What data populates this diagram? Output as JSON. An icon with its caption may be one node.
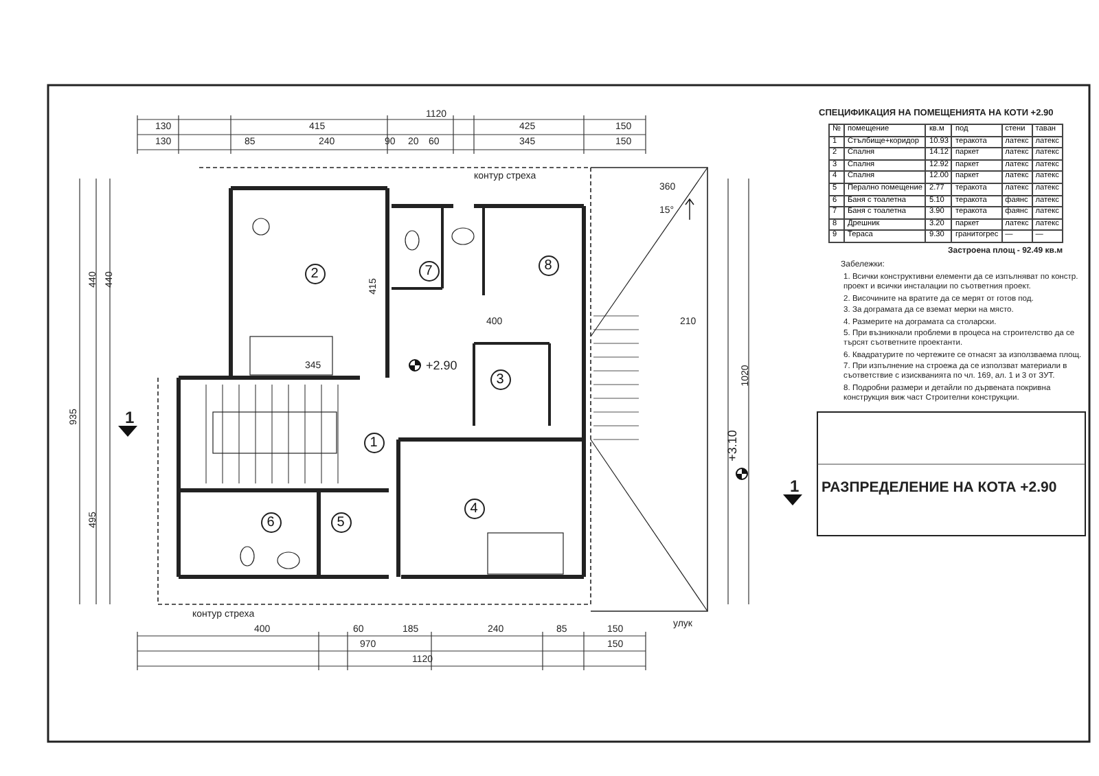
{
  "diagram": {
    "title": "РАЗПРЕДЕЛЕНИЕ НА КОТА +2.90",
    "nodes": [
      {
        "text": [
          "2"
        ]
      },
      {
        "text": [
          "7"
        ]
      },
      {
        "text": [
          "8"
        ]
      },
      {
        "text": [
          "3"
        ]
      },
      {
        "text": [
          "1"
        ]
      },
      {
        "text": [
          "6"
        ]
      },
      {
        "text": [
          "5"
        ]
      },
      {
        "text": [
          "4"
        ]
      }
    ],
    "labels": [
      "1120",
      "130",
      "415",
      "425",
      "150",
      "130",
      "85",
      "240",
      "90",
      "20",
      "60",
      "345",
      "150",
      "контур стреха",
      "360",
      "15°",
      "415",
      "345",
      "400",
      "210",
      "+2.90",
      "1",
      "1",
      "+3.10",
      "1020",
      "440",
      "440",
      "935",
      "495",
      "контур стреха",
      "улук",
      "400",
      "60",
      "185",
      "240",
      "85",
      "150",
      "970",
      "150",
      "1120",
      "СПЕЦИФИКАЦИЯ НА ПОМЕЩЕНИЯТА НА КОТИ +2.90",
      "№",
      "помещение",
      "кв.м",
      "под",
      "стени",
      "таван",
      "1",
      "Стълбище+коридор",
      "10.93",
      "теракота",
      "латекс",
      "латекс",
      "2",
      "Спалня",
      "14.12",
      "паркет",
      "латекс",
      "латекс",
      "3",
      "Спалня",
      "12.92",
      "паркет",
      "латекс",
      "латекс",
      "4",
      "Спалня",
      "12.00",
      "паркет",
      "латекс",
      "латекс",
      "5",
      "Перално помещение",
      "2.77",
      "теракота",
      "латекс",
      "латекс",
      "6",
      "Баня с тоалетна",
      "5.10",
      "теракота",
      "фаянс",
      "латекс",
      "7",
      "Баня с тоалетна",
      "3.90",
      "теракота",
      "фаянс",
      "латекс",
      "8",
      "Дрешник",
      "3.20",
      "паркет",
      "латекс",
      "латекс",
      "9",
      "Тераса",
      "9.30",
      "гранитогрес",
      "—",
      "—",
      "Застроена площ - 92.49 кв.м",
      "Забележки:",
      "1. Всички конструктивни елементи да се изпълняват по констр. проект и всички инсталации по съответния проект.",
      "2. Височините на вратите да се мерят от готов под.",
      "3. За дограмата да се вземат мерки на място.",
      "4. Размерите на дограмата са столарски.",
      "5. При възникнали проблеми в процеса на строителство да се търсят съответните проектанти.",
      "6. Квадратурите по чертежите се отнасят за използваема площ.",
      "7. При изпълнение на строежа да се използват материали в съответствие с изискванията по чл. 169, ал. 1 и 3 от ЗУТ.",
      "8. Подробни размери и детайли по дървената покривна конструкция виж част Строителни конструкции."
    ]
  }
}
